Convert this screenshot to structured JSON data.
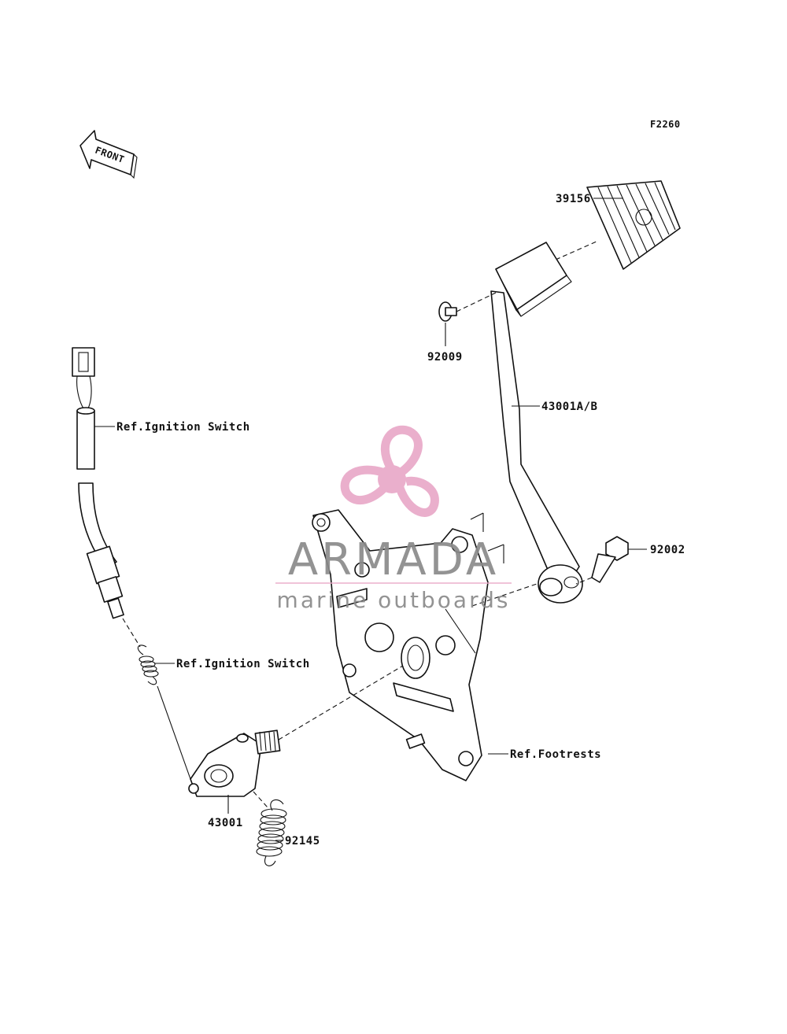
{
  "diagram": {
    "code": "F2260",
    "front_label": "FRONT",
    "parts": [
      {
        "id": "p39156",
        "number": "39156"
      },
      {
        "id": "p92009",
        "number": "92009"
      },
      {
        "id": "p43001ab",
        "number": "43001A/B"
      },
      {
        "id": "p92002",
        "number": "92002"
      },
      {
        "id": "p43001",
        "number": "43001"
      },
      {
        "id": "p92145",
        "number": "92145"
      }
    ],
    "references": [
      {
        "id": "ref1",
        "text": "Ref.Ignition Switch"
      },
      {
        "id": "ref2",
        "text": "Ref.Ignition Switch"
      },
      {
        "id": "ref3",
        "text": "Ref.Footrests"
      }
    ]
  },
  "watermark": {
    "brand": "ARMADA",
    "tagline": "marine outboards",
    "logo_color": "#e9a9c8",
    "text_color": "#8a8a8a"
  }
}
